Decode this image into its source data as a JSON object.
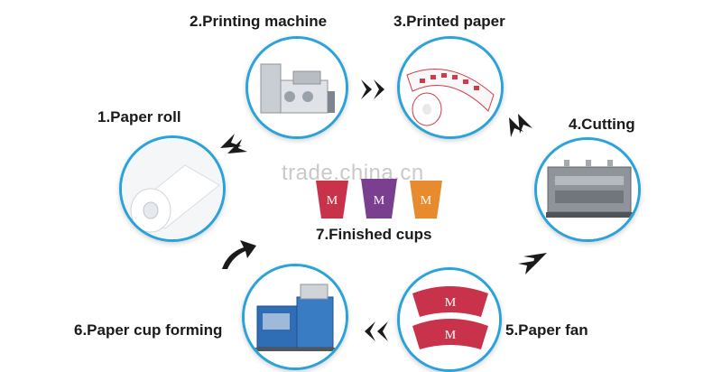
{
  "steps": {
    "paper_roll": "1.Paper roll",
    "printing_machine": "2.Printing machine",
    "printed_paper": "3.Printed paper",
    "cutting": "4.Cutting",
    "paper_fan": "5.Paper fan",
    "cup_forming": "6.Paper cup forming",
    "finished_cups": "7.Finished cups"
  },
  "watermark": "trade.china.cn",
  "colors": {
    "circle_border": "#29a3da",
    "arrow": "#1a1a1a",
    "cup_red": "#c8324a",
    "cup_purple": "#7a3f8e",
    "cup_orange": "#e88a2e"
  }
}
